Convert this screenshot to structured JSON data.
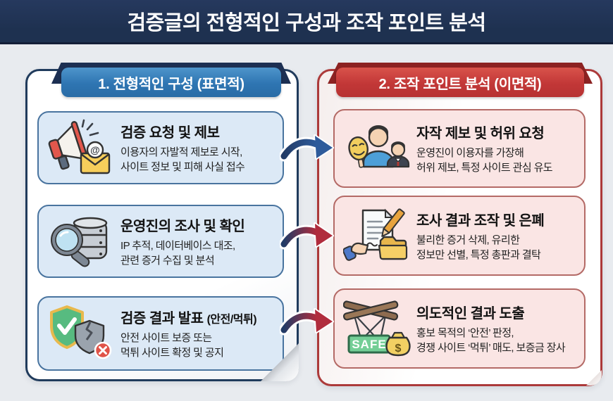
{
  "title": "검증글의 전형적인 구성과 조작 포인트 분석",
  "colors": {
    "banner_bg": "#1E3150",
    "page_bg": "#E8EBEF",
    "left_accent": "#2E75B2",
    "left_ribbon_back": "#1C2F52",
    "left_card_bg": "#DCE9F6",
    "left_card_border": "#49749F",
    "right_accent": "#C23737",
    "right_ribbon_back": "#8C2222",
    "right_card_bg": "#FAE5E4",
    "right_card_border": "#B46A66",
    "arrow_navy": "#223B66",
    "arrow_blue": "#2E5B9B",
    "arrow_red": "#B02C3D"
  },
  "left": {
    "header": "1. 전형적인 구성 (표면적)",
    "cards": [
      {
        "icon": "megaphone-mail-icon",
        "title": "검증 요청 및 제보",
        "line1": "이용자의 자발적 제보로 시작,",
        "line2": "사이트 정보 및 피해 사실 접수"
      },
      {
        "icon": "magnifier-database-icon",
        "title": "운영진의 조사 및 확인",
        "line1": "IP 추적, 데이터베이스 대조,",
        "line2": "관련 증거 수집 및 분석"
      },
      {
        "icon": "shield-check-broken-icon",
        "title": "검증 결과 발표",
        "title_suffix": "(안전/먹튀)",
        "line1": "안전 사이트 보증 또는",
        "line2": "먹튀 사이트 확정 및 공지"
      }
    ]
  },
  "right": {
    "header": "2. 조작 포인트 분석 (이면적)",
    "cards": [
      {
        "icon": "mask-impersonation-icon",
        "title": "자작 제보 및 허위 요청",
        "line1": "운영진이 이용자를 가장해",
        "line2": "허위 제보, 특정 사이트 관심 유도"
      },
      {
        "icon": "document-tamper-icon",
        "title": "조사 결과 조작 및 은폐",
        "line1": "불리한 증거 삭제, 유리한",
        "line2": "정보만 선별, 특정 총판과 결탁"
      },
      {
        "icon": "safe-sign-money-icon",
        "title": "의도적인 결과 도출",
        "line1": "홍보 목적의 ‘안전’ 판정,",
        "line2": "경쟁 사이트 ‘먹튀’ 매도, 보증금 장사"
      }
    ]
  },
  "icons": {
    "at": "@",
    "safe": "SAFE",
    "dollar": "$"
  }
}
